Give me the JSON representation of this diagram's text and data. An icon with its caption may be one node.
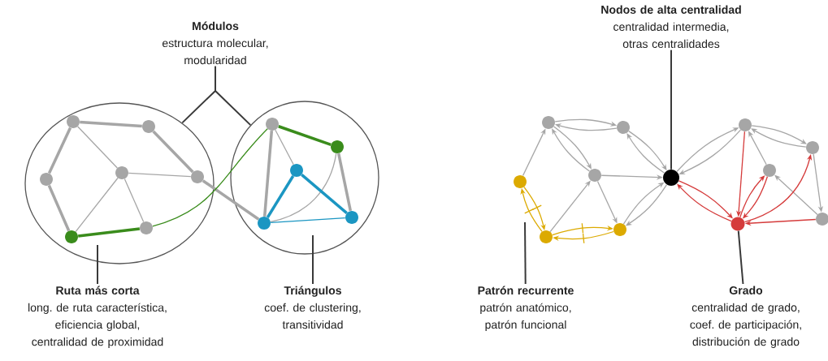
{
  "diagram": {
    "nodes": [
      {
        "text": [
          "Módulos",
          "estructura molecular, modularidad"
        ]
      },
      {
        "text": [
          "Nodos de alta centralidad",
          "centralidad intermedia, otras centralidades"
        ]
      },
      {
        "text": [],
        "shape": "circle"
      },
      {
        "text": [],
        "shape": "circle",
        "in": 2
      },
      {
        "text": [],
        "shape": "circle",
        "in": 2
      },
      {
        "text": [],
        "shape": "circle",
        "in": 2
      },
      {
        "text": [],
        "shape": "circle",
        "in": 2
      },
      {
        "text": [],
        "shape": "circle",
        "in": 2
      },
      {
        "text": [],
        "shape": "circle",
        "in": 2
      },
      {
        "text": [],
        "shape": "circle",
        "in": 2
      },
      {
        "text": [],
        "shape": "circle"
      },
      {
        "text": [],
        "shape": "circle",
        "in": 10
      },
      {
        "text": [],
        "shape": "circle",
        "in": 10
      },
      {
        "text": [],
        "shape": "circle",
        "in": 10
      },
      {
        "text": [],
        "shape": "circle",
        "in": 10
      },
      {
        "text": [],
        "shape": "circle",
        "in": 10
      },
      {
        "text": [],
        "shape": "circle"
      },
      {
        "text": [],
        "shape": "circle"
      },
      {
        "text": [],
        "shape": "circle"
      },
      {
        "text": [],
        "shape": "circle"
      },
      {
        "text": [],
        "shape": "circle"
      },
      {
        "text": [],
        "shape": "circle"
      },
      {
        "text": [],
        "shape": "circle"
      },
      {
        "text": [],
        "shape": "circle"
      },
      {
        "text": [],
        "shape": "circle"
      },
      {
        "text": [],
        "shape": "circle"
      },
      {
        "text": [],
        "shape": "circle"
      },
      {
        "text": [],
        "shape": "circle"
      },
      {
        "text": [
          "Ruta más corta",
          "long. de ruta característica, eficiencia global, centralidad de proximidad"
        ]
      },
      {
        "text": [
          "Triángulos",
          "coef. de clustering, transitividad"
        ]
      },
      {
        "text": [
          "Patrón recurrente",
          "patrón anatómico, patrón funcional"
        ]
      },
      {
        "text": [
          "Grado",
          "centralidad de grado, coef. de participación, distribución de grado"
        ]
      }
    ],
    "edges": [
      {
        "from": 3,
        "to": 4,
        "arrow": "none",
        "style": "thick"
      },
      {
        "from": 3,
        "to": 5,
        "arrow": "none",
        "style": "thick"
      },
      {
        "from": 5,
        "to": 8,
        "arrow": "none",
        "style": "thick"
      },
      {
        "from": 4,
        "to": 7,
        "arrow": "none",
        "style": "thick"
      },
      {
        "from": 3,
        "to": 6,
        "arrow": "none"
      },
      {
        "from": 6,
        "to": 7,
        "arrow": "none"
      },
      {
        "from": 6,
        "to": 8,
        "arrow": "none"
      },
      {
        "from": 6,
        "to": 9,
        "arrow": "none"
      },
      {
        "from": 7,
        "to": 14,
        "arrow": "none",
        "style": "thick"
      },
      {
        "from": 11,
        "to": 14,
        "arrow": "none",
        "style": "thick"
      },
      {
        "from": 11,
        "to": 13,
        "arrow": "none"
      },
      {
        "from": 14,
        "to": 12,
        "arrow": "none"
      },
      {
        "from": 12,
        "to": 15,
        "arrow": "none",
        "style": "thick"
      },
      {
        "from": 8,
        "to": 9,
        "arrow": "none",
        "style": "thick",
        "color": "#3a8c1c"
      },
      {
        "from": 9,
        "to": 11,
        "arrow": "none",
        "color": "#3a8c1c"
      },
      {
        "from": 11,
        "to": 12,
        "arrow": "none",
        "style": "thick",
        "color": "#3a8c1c"
      },
      {
        "from": 13,
        "to": 14,
        "arrow": "none",
        "style": "thick",
        "color": "#1b96c2"
      },
      {
        "from": 13,
        "to": 15,
        "arrow": "none",
        "style": "thick",
        "color": "#1b96c2"
      },
      {
        "from": 14,
        "to": 15,
        "arrow": "none",
        "color": "#1b96c2"
      },
      {
        "from": 19,
        "to": 16,
        "arrow": "to"
      },
      {
        "from": 16,
        "to": 17,
        "arrow": "to"
      },
      {
        "from": 17,
        "to": 16,
        "arrow": "to"
      },
      {
        "from": 16,
        "to": 18,
        "arrow": "to"
      },
      {
        "from": 18,
        "to": 16,
        "arrow": "to"
      },
      {
        "from": 17,
        "to": 22,
        "arrow": "to"
      },
      {
        "from": 22,
        "to": 17,
        "arrow": "to"
      },
      {
        "from": 18,
        "to": 22,
        "arrow": "to"
      },
      {
        "from": 20,
        "to": 18,
        "arrow": "to"
      },
      {
        "from": 18,
        "to": 21,
        "arrow": "to"
      },
      {
        "from": 21,
        "to": 22,
        "arrow": "to"
      },
      {
        "from": 22,
        "to": 21,
        "arrow": "to"
      },
      {
        "from": 22,
        "to": 23,
        "arrow": "to"
      },
      {
        "from": 23,
        "to": 22,
        "arrow": "to"
      },
      {
        "from": 23,
        "to": 24,
        "arrow": "to"
      },
      {
        "from": 24,
        "to": 23,
        "arrow": "to"
      },
      {
        "from": 25,
        "to": 23,
        "arrow": "to"
      },
      {
        "from": 24,
        "to": 27,
        "arrow": "to"
      },
      {
        "from": 27,
        "to": 25,
        "arrow": "to"
      },
      {
        "from": 20,
        "to": 19,
        "arrow": "to",
        "color": "#dcaa00"
      },
      {
        "from": 19,
        "to": 20,
        "arrow": "to",
        "color": "#dcaa00"
      },
      {
        "from": 20,
        "to": 21,
        "arrow": "to",
        "color": "#dcaa00"
      },
      {
        "from": 21,
        "to": 20,
        "arrow": "to",
        "color": "#dcaa00"
      },
      {
        "from": 22,
        "to": 26,
        "arrow": "to",
        "color": "#d53b3b"
      },
      {
        "from": 26,
        "to": 22,
        "arrow": "to",
        "color": "#d53b3b"
      },
      {
        "from": 23,
        "to": 26,
        "arrow": "to",
        "color": "#d53b3b"
      },
      {
        "from": 26,
        "to": 25,
        "arrow": "to",
        "color": "#d53b3b"
      },
      {
        "from": 25,
        "to": 26,
        "arrow": "to",
        "color": "#d53b3b"
      },
      {
        "from": 26,
        "to": 24,
        "arrow": "to",
        "color": "#d53b3b"
      },
      {
        "from": 27,
        "to": 26,
        "arrow": "to",
        "color": "#d53b3b"
      },
      {
        "from": 0,
        "to": 2,
        "arrow": "none",
        "color": "#3a3a3a"
      },
      {
        "from": 0,
        "to": 10,
        "arrow": "none",
        "color": "#3a3a3a"
      },
      {
        "from": 1,
        "to": 22,
        "arrow": "none",
        "color": "#3a3a3a"
      },
      {
        "from": 28,
        "to": null,
        "arrow": "none",
        "color": "#3a3a3a"
      },
      {
        "from": 29,
        "to": null,
        "arrow": "none",
        "color": "#3a3a3a"
      },
      {
        "from": 30,
        "to": null,
        "arrow": "none",
        "color": "#3a3a3a"
      },
      {
        "from": 31,
        "to": 26,
        "arrow": "none",
        "color": "#3a3a3a"
      }
    ]
  }
}
